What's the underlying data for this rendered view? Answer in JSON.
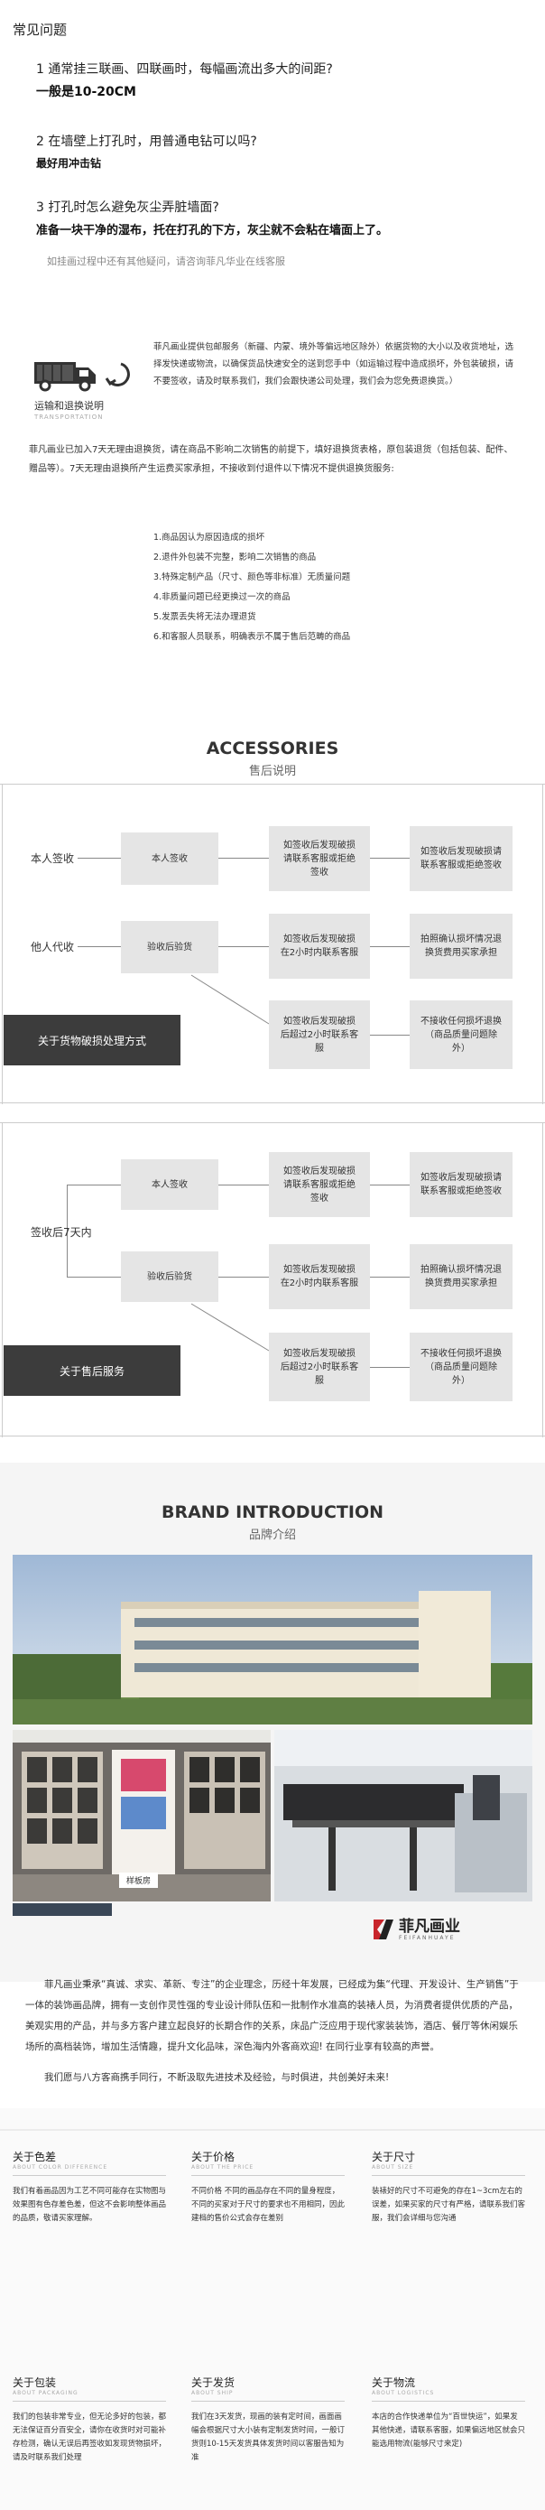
{
  "faq": {
    "title": "常见问题",
    "items": [
      {
        "q": "1 通常挂三联画、四联画时，每幅画流出多大的间距?",
        "a": "一般是10-20CM"
      },
      {
        "q": "2 在墙壁上打孔时，用普通电钻可以吗?",
        "a": "最好用冲击钻"
      },
      {
        "q": "3 打孔时怎么避免灰尘弄脏墙面?",
        "a": "准备一块干净的湿布，托在打孔的下方，灰尘就不会粘在墙面上了。"
      }
    ],
    "note": "如挂画过程中还有其他疑问，请咨询菲凡华业在线客服"
  },
  "transport": {
    "label": "运输和退换说明",
    "label_en": "TRANSPORTATION",
    "text": "菲凡画业提供包邮服务（新疆、内蒙、境外等偏远地区除外）依据货物的大小以及收货地址，选择发快递或物流，以确保货品快速安全的送到您手中（如运输过程中造成损坏，外包装破损，请不要签收，请及时联系我们，我们会跟快递公司处理，我们会为您免费退换货。）",
    "return_text": "菲凡画业已加入7天无理由退换货，请在商品不影响二次销售的前提下，填好退换货表格，原包装退货（包括包装、配件、赠品等）。7天无理由退换所产生运费买家承担，不接收到付退件以下情况不提供退换货服务:",
    "rules": [
      "1.商品因认为原因造成的损坏",
      "2.退件外包装不完整，影响二次销售的商品",
      "3.特殊定制产品（尺寸、颜色等非标准）无质量问题",
      "4.非质量问题已经更换过一次的商品",
      "5.发票丢失将无法办理退货",
      "6.和客服人员联系，明确表示不属于售后范畴的商品"
    ]
  },
  "accessories": {
    "title": "ACCESSORIES",
    "subtitle": "售后说明",
    "panel1": {
      "bar": "关于货物破损处理方式",
      "row1_label": "本人签收",
      "row1_box1": "本人签收",
      "row1_box2": "如签收后发现破损请联系客服或拒绝签收",
      "row1_box3": "如签收后发现破损请联系客服或拒绝签收",
      "row2_label": "他人代收",
      "row2_box1": "验收后验货",
      "row2_box2": "如签收后发现破损在2小时内联系客服",
      "row2_box3": "拍照确认损坏情况退换货费用买家承担",
      "row3_box2": "如签收后发现破损后超过2小时联系客服",
      "row3_box3": "不接收任何损坏退换（商品质量问题除外）"
    },
    "panel2": {
      "bar": "关于售后服务",
      "left_label": "签收后7天内",
      "row1_box1": "本人签收",
      "row1_box2": "如签收后发现破损请联系客服或拒绝签收",
      "row1_box3": "如签收后发现破损请联系客服或拒绝签收",
      "row2_box1": "验收后验货",
      "row2_box2": "如签收后发现破损在2小时内联系客服",
      "row2_box3": "拍照确认损坏情况退换货费用买家承担",
      "row3_box2": "如签收后发现破损后超过2小时联系客服",
      "row3_box3": "不接收任何损坏退换（商品质量问题除外）"
    }
  },
  "brand": {
    "title": "BRAND INTRODUCTION",
    "subtitle": "品牌介绍",
    "photo_caption": "样板房",
    "logo_cn": "菲凡画业",
    "logo_en": "FEIFANHUAYE",
    "text1": "菲凡画业秉承“真诚、求实、革新、专注”的企业理念，历经十年发展，已经成为集“代理、开发设计、生产销售”于一体的装饰画品牌，拥有一支创作灵性强的专业设计师队伍和一批制作水准高的装裱人员，为消费者提供优质的产品，美观实用的产品，并与多方客户建立起良好的长期合作的关系，床品广泛应用于现代家装装饰，酒店、餐厅等休闲娱乐场所的高档装饰，增加生活情趣，提升文化品味，深色海内外客商欢迎! 在同行业享有较高的声誉。",
    "text2": "我们愿与八方客商携手同行，不断汲取先进技术及经验，与时俱进，共创美好未来!"
  },
  "about": [
    {
      "title": "关于色差",
      "en": "ABOUT COLOR DIFFERENCE",
      "text": "我们有着画品因为工艺不同可能存在实物图与效果图有色存差色差，但这不会影响整体画品的品质，敬请买家理解。"
    },
    {
      "title": "关于价格",
      "en": "ABOUT THE PRICE",
      "text": "不同价格 不同的画品存在不同的量身程度，不同的买家对于尺寸的要求也不用相同，因此建档的售价公式会存在差别"
    },
    {
      "title": "关于尺寸",
      "en": "ABOUT SIZE",
      "text": "装裱好的尺寸不可避免的存在1~3cm左右的误差，如果买家的尺寸有严格，请联系我们客服，我们会详细与您沟通"
    },
    {
      "title": "关于包装",
      "en": "ABOUT PACKAGING",
      "text": "我们的包装非常专业，但无论多好的包装，都无法保证百分百安全，请你在收货时对可能补存检测，确认无误后再签收如发现货物损坏，请及时联系我们处理"
    },
    {
      "title": "关于发货",
      "en": "ABOUT SHIP",
      "text": "我们在3天发货，现画的装有定时间，画面画幅会根据尺寸大小装有定制发货时间，一般订货则10-15天发货具体发货时间以客服告知为准"
    },
    {
      "title": "关于物流",
      "en": "ABOUT LOGISTICS",
      "text": "本店的合作快递单位为“百世快运”，如果发其他快递，请联系客服，如果偏远地区就会只能选用物流(能够尺寸来定)"
    }
  ],
  "colors": {
    "box": "#e5e5e5",
    "dark": "#3c3c3c",
    "accent_red": "#c8252b"
  }
}
